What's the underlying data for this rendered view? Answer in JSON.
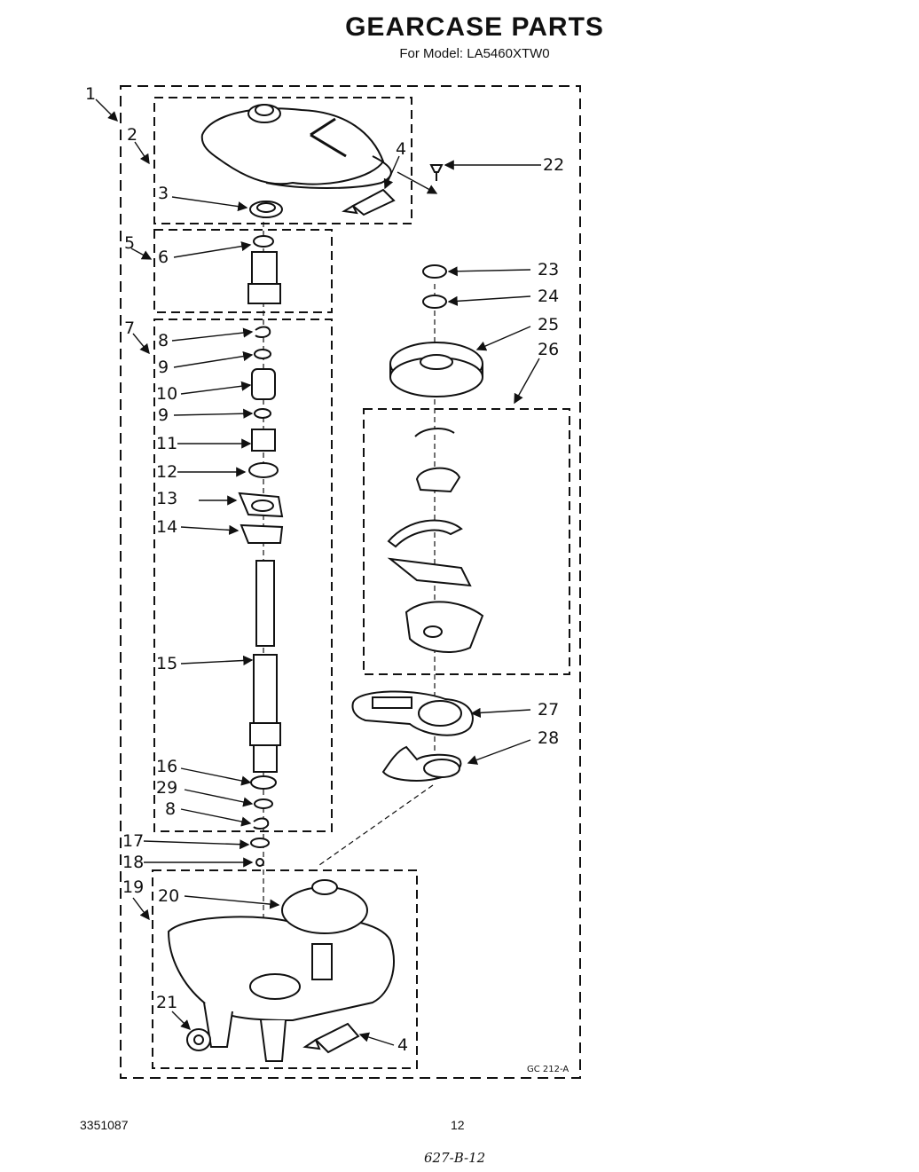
{
  "header": {
    "title": "GEARCASE PARTS",
    "model_line": "For Model: LA5460XTW0"
  },
  "callouts": {
    "c1": "1",
    "c2": "2",
    "c3": "3",
    "c4a": "4",
    "c4b": "4",
    "c5": "5",
    "c6": "6",
    "c7": "7",
    "c8a": "8",
    "c8b": "8",
    "c9a": "9",
    "c9b": "9",
    "c10": "10",
    "c11": "11",
    "c12": "12",
    "c13": "13",
    "c14": "14",
    "c15": "15",
    "c16": "16",
    "c17": "17",
    "c18": "18",
    "c19": "19",
    "c20": "20",
    "c21": "21",
    "c22": "22",
    "c23": "23",
    "c24": "24",
    "c25": "25",
    "c26": "26",
    "c27": "27",
    "c28": "28",
    "c29": "29"
  },
  "drawing_code": "GC 212-A",
  "footer": {
    "part_number": "3351087",
    "page_number": "12",
    "handwritten_note": "627-B-12"
  }
}
